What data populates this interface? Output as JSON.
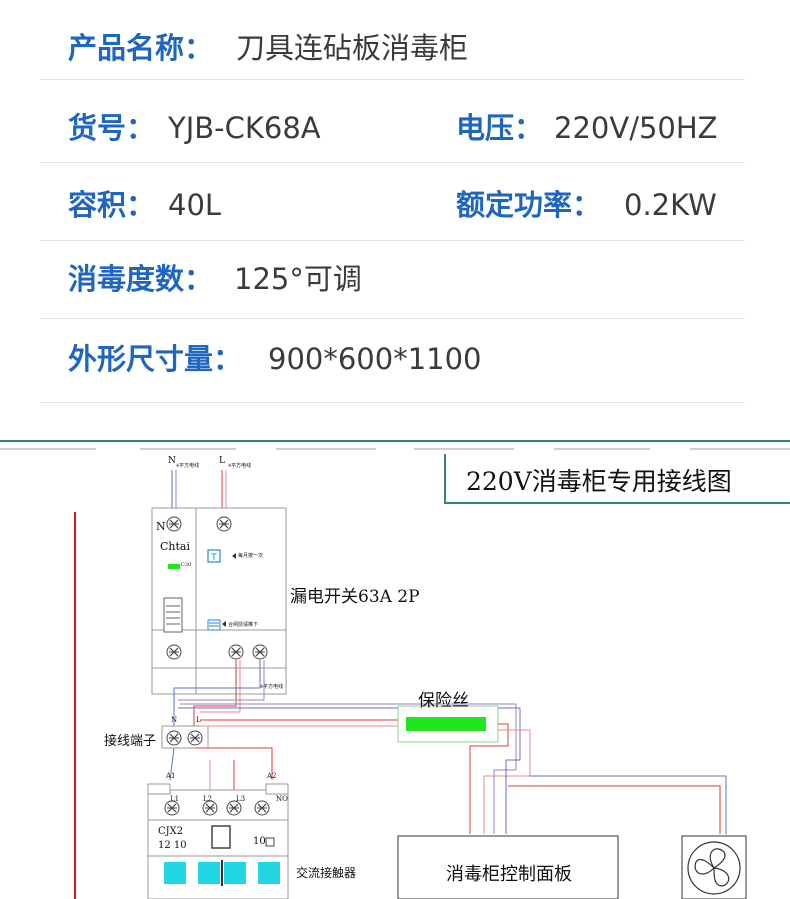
{
  "specs": {
    "product_name": {
      "label": "产品名称：",
      "value": "刀具连砧板消毒柜"
    },
    "model": {
      "label": "货号：",
      "value": "YJB-CK68A"
    },
    "voltage": {
      "label": "电压：",
      "value": "220V/50HZ"
    },
    "capacity": {
      "label": "容积：",
      "value": "40L"
    },
    "power": {
      "label": "额定功率：",
      "value": "0.2KW"
    },
    "temperature": {
      "label": "消毒度数：",
      "value": "125°可调"
    },
    "dimensions": {
      "label": "外形尺寸量：",
      "value": "900*600*1100"
    }
  },
  "wiring": {
    "title": "220V消毒柜专用接线图",
    "breaker": {
      "label": "漏电开关63A 2P",
      "brand": "Chtai",
      "rating": "C20",
      "terminal_n": "N",
      "terminal_l": "L",
      "wire_n": "4平方电线",
      "wire_l": "4平方电线",
      "wire_out": "4平方电线",
      "test_note": "每月按一次",
      "reset_note": "合闸前请推下"
    },
    "fuse_label": "保险丝",
    "terminal_block": {
      "label": "接线端子",
      "n": "N",
      "l": "L"
    },
    "contactor": {
      "label": "交流接触器",
      "model": "CJX2",
      "current": "12 10",
      "nc": "10",
      "a1": "A1",
      "a2": "A2",
      "l1": "L1",
      "l2": "L2",
      "l3": "L3",
      "no": "NO"
    },
    "control_panel_label": "消毒柜控制面板"
  },
  "colors": {
    "label_blue": "#1f66c1",
    "value_gray": "#3b3b3b",
    "divider_green": "#2f8a5a",
    "fuse_green": "#22e522",
    "contact_cyan": "#21d6e2",
    "wire_red": "#e0373d",
    "wire_blue": "#5a74c9",
    "wire_purple": "#9a7fc0"
  }
}
